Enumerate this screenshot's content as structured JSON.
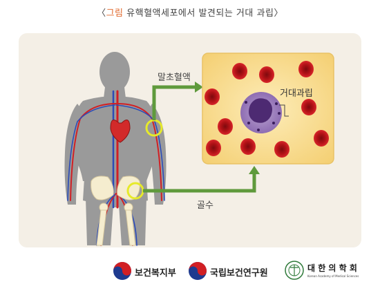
{
  "title": {
    "open": "〈",
    "lead": "그림",
    "rest": " 유핵혈액세포에서 발견되는 거대 과립〉"
  },
  "labels": {
    "peripheral_blood": "말초혈액",
    "bone_marrow": "골수",
    "giant_granule": "거대과립"
  },
  "logos": {
    "ministry": "보건복지부",
    "institute": "국립보건연구원",
    "society": "대 한 의 학 회",
    "society_en": "Korean Academy of Medical Sciences"
  },
  "colors": {
    "accent": "#e0672a",
    "arrow": "#5f9a3c",
    "highlight": "#e6ea2a",
    "rbc": "#c8161b",
    "panel": "#f4efe6",
    "inset": "#f9dc8c"
  }
}
